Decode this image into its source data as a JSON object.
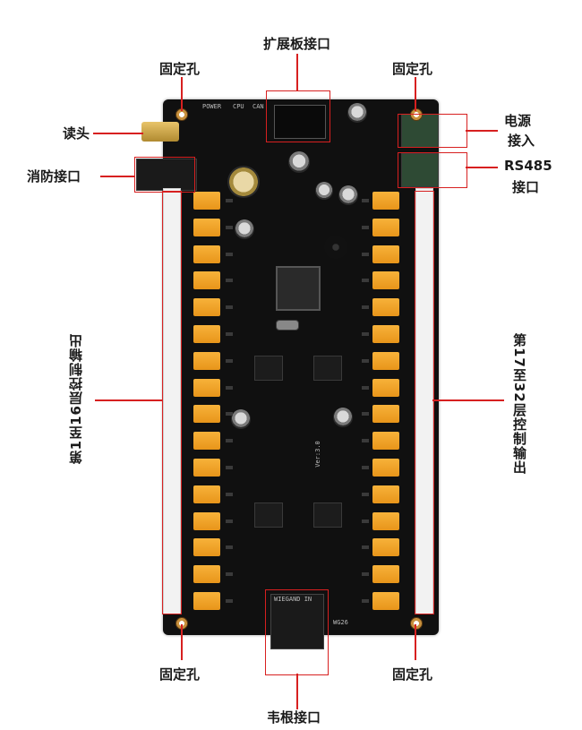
{
  "labels": {
    "expansion_port": "扩展板接口",
    "mount_hole_tl": "固定孔",
    "mount_hole_tr": "固定孔",
    "mount_hole_bl": "固定孔",
    "mount_hole_br": "固定孔",
    "reader_head": "读头",
    "fire_port": "消防接口",
    "power_input_1": "电源",
    "power_input_2": "接入",
    "rs485_1": "RS485",
    "rs485_2": "接口",
    "floors_1_16": "第1至16层控制输出",
    "floors_17_32": "第17至32层控制输出",
    "wiegand_port": "韦根接口"
  },
  "board_silk": {
    "power": "POWER",
    "cpu": "CPU",
    "can": "CAN",
    "version": "Ver:3.0",
    "wiegand": "WIEGAND IN",
    "wg26": "WG26"
  },
  "colors": {
    "annotation_red": "#d72020",
    "relay_orange": "#f0a02a",
    "board_black": "#101010"
  }
}
